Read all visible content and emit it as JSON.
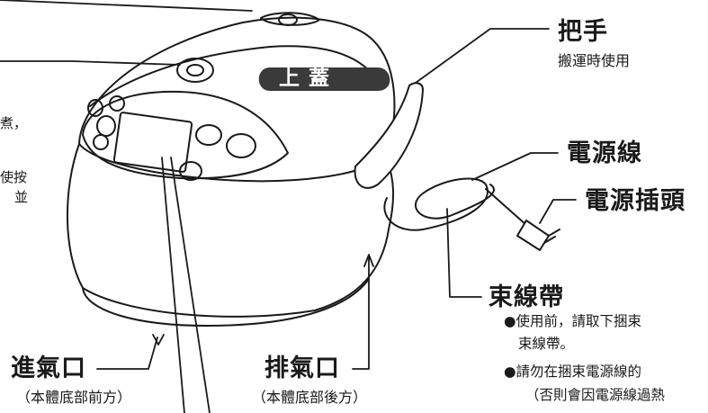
{
  "colors": {
    "ink": "#1a1a1a",
    "lid_badge": "#3a3a3a",
    "body_fill": "#ffffff"
  },
  "lid_badge": "上 蓋",
  "labels": {
    "handle": {
      "title": "把手",
      "desc": "搬運時使用"
    },
    "power_cord": "電源線",
    "power_plug": "電源插頭",
    "cord_tie": {
      "title": "束線帶",
      "notes": [
        "●使用前，請取下捆束",
        "束線帶。",
        "●請勿在捆束電源線的",
        "（否則會因電源線過熱"
      ]
    },
    "intake_vent": {
      "title": "進氣口",
      "desc": "（本體底部前方）"
    },
    "exhaust_vent": {
      "title": "排氣口",
      "desc": "（本體底部後方）"
    }
  },
  "cut_text": [
    "煮，",
    "使按",
    "並"
  ]
}
